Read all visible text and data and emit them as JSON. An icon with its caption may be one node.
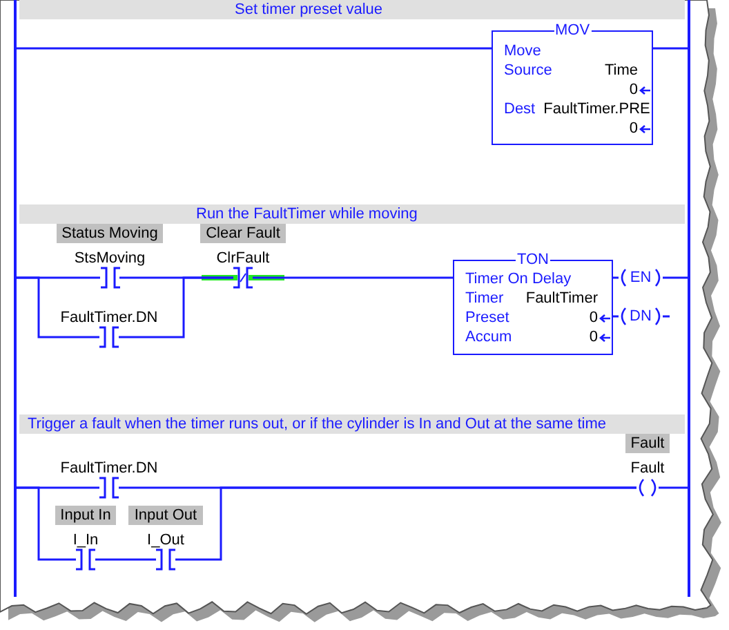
{
  "diagram": {
    "nodes": [
      {
        "text": [],
        "shape": "bar"
      },
      {
        "text": [],
        "shape": "bar"
      },
      {
        "text": [
          "Set timer preset value"
        ]
      },
      {
        "text": [
          "MOV",
          "Move",
          "Source",
          "Time",
          "0",
          "Dest",
          "FaultTimer.PRE",
          "0"
        ]
      },
      {
        "text": [
          "Run the FaultTimer while moving"
        ]
      },
      {
        "text": [
          "Status Moving",
          "StsMoving"
        ]
      },
      {
        "text": [
          "Clear Fault",
          "ClrFault"
        ]
      },
      {
        "text": [
          "TON",
          "Timer On Delay",
          "Timer",
          "FaultTimer",
          "Preset",
          "0",
          "Accum",
          "0"
        ]
      },
      {
        "text": [
          "EN"
        ]
      },
      {
        "text": [
          "FaultTimer.DN"
        ]
      },
      {
        "text": [
          "DN"
        ]
      },
      {
        "text": [
          "Trigger a fault when the timer runs out, or if the cylinder is In and Out at the same time"
        ]
      },
      {
        "text": [
          "FaultTimer.DN"
        ]
      },
      {
        "text": [
          "Fault",
          "Fault"
        ]
      },
      {
        "text": [
          "Input In",
          "I_In"
        ]
      },
      {
        "text": [
          "Input Out",
          "I_Out"
        ]
      }
    ],
    "edges": [
      {
        "from": 0,
        "to": 3,
        "arrow": "none"
      },
      {
        "from": 3,
        "to": 1,
        "arrow": "none"
      },
      {
        "from": 0,
        "to": 5,
        "arrow": "none"
      },
      {
        "from": 0,
        "to": 9,
        "arrow": "none"
      },
      {
        "from": 5,
        "to": 6,
        "arrow": "none"
      },
      {
        "from": 9,
        "to": 6,
        "arrow": "none"
      },
      {
        "from": 6,
        "to": 7,
        "arrow": "none"
      },
      {
        "from": 7,
        "to": 8,
        "arrow": "none"
      },
      {
        "from": 8,
        "to": 1,
        "arrow": "none"
      },
      {
        "from": 7,
        "to": 10,
        "arrow": "none"
      },
      {
        "from": 10,
        "to": null,
        "arrow": "none"
      },
      {
        "from": 0,
        "to": 12,
        "arrow": "none"
      },
      {
        "from": 0,
        "to": 14,
        "arrow": "none"
      },
      {
        "from": 14,
        "to": 15,
        "arrow": "none"
      },
      {
        "from": 12,
        "to": 13,
        "arrow": "none"
      },
      {
        "from": 15,
        "to": 13,
        "arrow": "none"
      },
      {
        "from": 13,
        "to": 1,
        "arrow": "none"
      }
    ]
  }
}
